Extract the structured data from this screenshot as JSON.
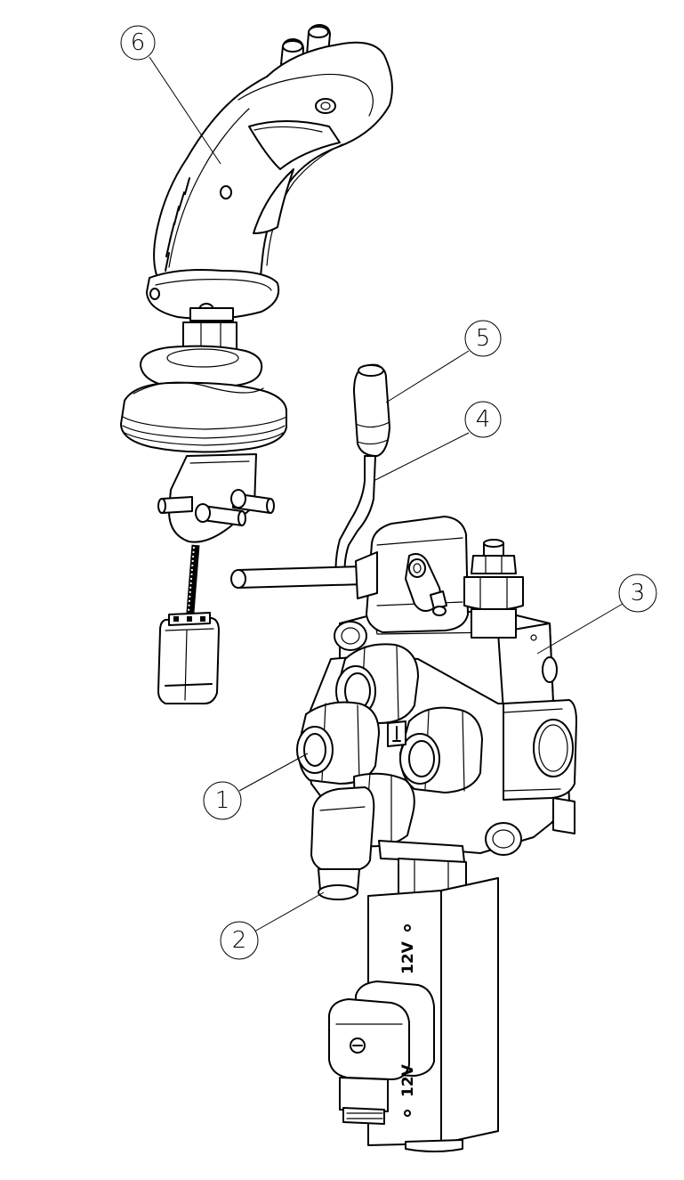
{
  "callouts": [
    {
      "id": "c1",
      "number": "1"
    },
    {
      "id": "c2",
      "number": "2"
    },
    {
      "id": "c3",
      "number": "3"
    },
    {
      "id": "c4",
      "number": "4"
    },
    {
      "id": "c5",
      "number": "5"
    },
    {
      "id": "c6",
      "number": "6"
    }
  ],
  "voltage_labels": {
    "block": "12V",
    "coil": "12V"
  }
}
